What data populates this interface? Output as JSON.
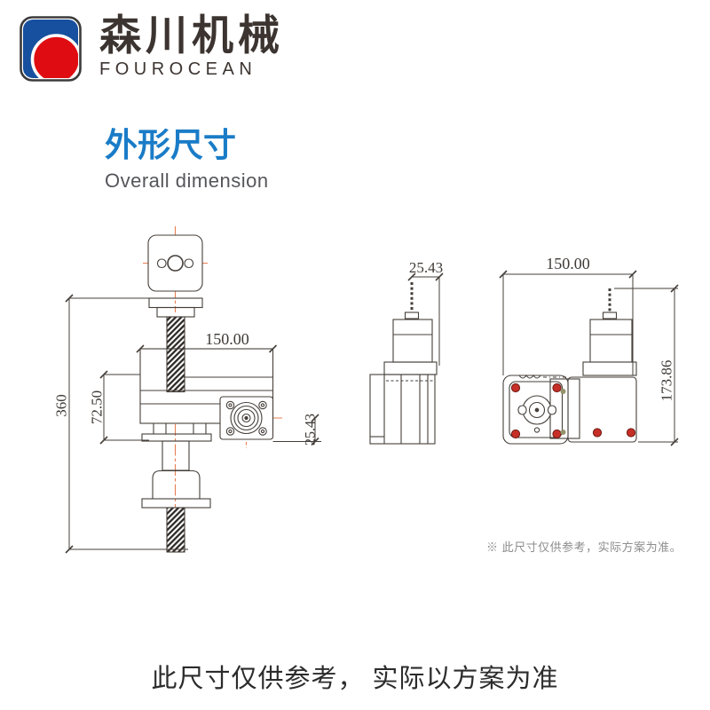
{
  "brand": {
    "name_cjk": "森川机械",
    "name_latin": "FOUROCEAN",
    "logo_colors": {
      "blue": "#17509e",
      "red": "#df0d12",
      "outline": "#3b3b3b"
    }
  },
  "heading": {
    "title": "外形尺寸",
    "subtitle": "Overall dimension",
    "title_color": "#1a7cc7"
  },
  "diagram": {
    "line_color": "#453f3a",
    "centerline_color": "#e87e52",
    "hatch_color": "#2e2a27",
    "screw_highlight_color": "#c62f27",
    "front_view": {
      "total_height": "360",
      "body_height": "72.50",
      "body_width": "150.00",
      "output_offset": "25.43"
    },
    "side_view": {
      "screw_offset": "25.43"
    },
    "top_view": {
      "width": "150.00",
      "depth": "173.86"
    }
  },
  "note": "※ 此尺寸仅供参考，实际方案为准。",
  "footer": "此尺寸仅供参考， 实际以方案为准"
}
